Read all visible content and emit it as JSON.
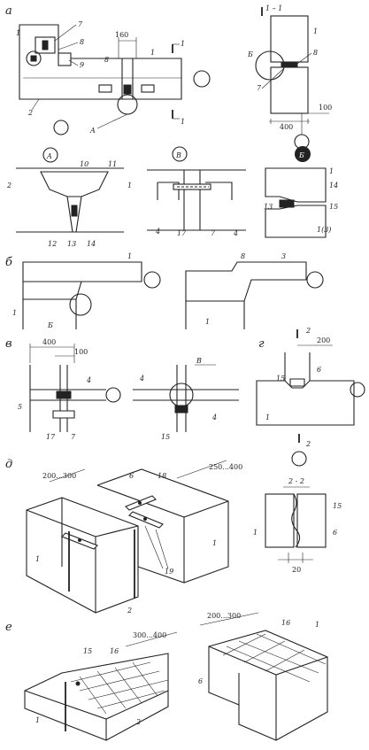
{
  "sections": {
    "a": "а",
    "b": "б",
    "v": "в",
    "g": "г",
    "d": "д",
    "e": "е"
  },
  "circle_labels": {
    "A": "A",
    "V": "В",
    "B": "Б"
  },
  "marks": {
    "m1": "1",
    "m2": "2",
    "m3": "3",
    "m4": "4",
    "m5": "5",
    "m6": "6",
    "m7": "7",
    "m8": "8",
    "m9": "9",
    "m10": "10",
    "m11": "11",
    "m12": "12",
    "m13": "13",
    "m14": "14",
    "m15": "15",
    "m16": "16",
    "m17": "17",
    "m18": "18",
    "m19": "19",
    "m1_3": "1(3)"
  },
  "section_marks": {
    "one": "1",
    "two": "2",
    "one_one": "1 – 1",
    "two_two": "2 - 2",
    "A": "A",
    "B": "Б",
    "V": "В"
  },
  "dimensions": {
    "d160": "160",
    "d400": "400",
    "d100": "100",
    "d200": "200",
    "d200_300": "200...300",
    "d250_400": "250...400",
    "d300_400": "300...400",
    "d20": "20"
  }
}
